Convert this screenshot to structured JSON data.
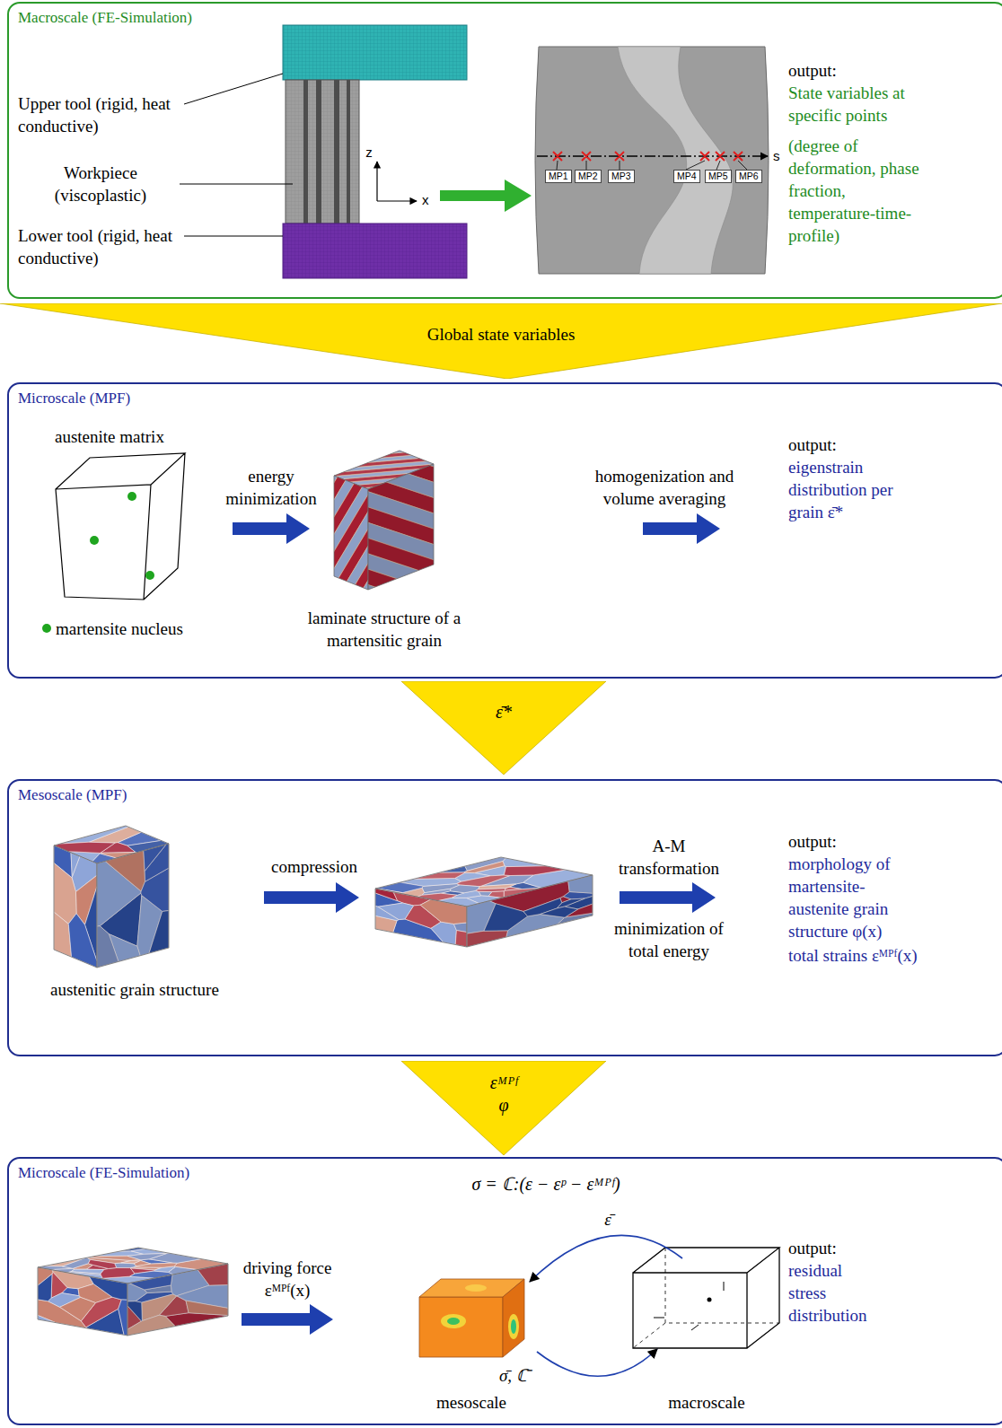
{
  "diagram": {
    "nodes": [
      {
        "text": [
          "Macroscale (FE-Simulation)"
        ]
      },
      {
        "text": [
          "MP1"
        ],
        "in": 0
      },
      {
        "text": [
          "MP2"
        ],
        "in": 0
      },
      {
        "text": [
          "MP3"
        ],
        "in": 0
      },
      {
        "text": [
          "MP4"
        ],
        "in": 0
      },
      {
        "text": [
          "MP5"
        ],
        "in": 0
      },
      {
        "text": [
          "MP6"
        ],
        "in": 0
      },
      {
        "text": [
          "Global state variables"
        ]
      },
      {
        "text": [
          "Microscale (MPF)"
        ]
      },
      {
        "text": [
          "ε̄*"
        ]
      },
      {
        "text": [
          "Mesoscale (MPF)"
        ]
      },
      {
        "text": [
          "εᴹᴾᶠ",
          "φ"
        ]
      },
      {
        "text": [
          "Microscale (FE-Simulation)"
        ]
      }
    ],
    "labels": [
      "Upper tool (rigid, heat conductive)",
      "Workpiece (viscoplastic)",
      "Lower tool (rigid, heat conductive)",
      "z",
      "x",
      "s",
      "output:",
      "State variables at specific points",
      "(degree of deformation, phase fraction, temperature-time-profile)",
      "austenite matrix",
      "martensite nucleus",
      "energy minimization",
      "laminate structure of a martensitic grain",
      "homogenization and volume averaging",
      "output:",
      "eigenstrain distribution per grain ε̄*",
      "compression",
      "austenitic grain structure",
      "A-M transformation",
      "minimization of total energy",
      "output:",
      "morphology of martensite-austenite grain structure φ(x)",
      "total strains εᴹᴾᶠ(x)",
      "σ = ℂ:(ε − εᵖ − εᴹᴾᶠ)",
      "driving force εᴹᴾᶠ(x)",
      "ε̄",
      "σ̄, ℂ̄",
      "mesoscale",
      "macroscale",
      "output:",
      "residual stress distribution"
    ]
  }
}
